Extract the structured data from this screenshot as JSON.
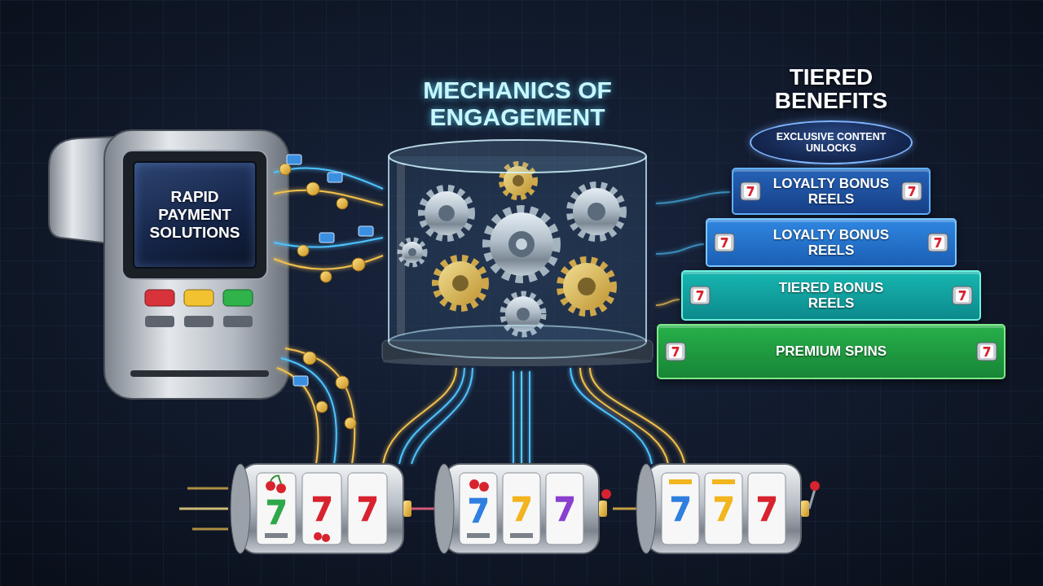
{
  "diagram": {
    "nodes": [
      {
        "text": [
          "RAPID PAYMENT SOLUTIONS"
        ]
      },
      {
        "text": [
          "MECHANICS OF ENGAGEMENT"
        ]
      },
      {
        "text": [
          "EXCLUSIVE CONTENT UNLOCKS"
        ]
      },
      {
        "text": [
          "LOYALTY BONUS REELS"
        ]
      },
      {
        "text": [
          "LOYALTY BONUS REELS"
        ]
      },
      {
        "text": [
          "TIERED BONUS REELS"
        ]
      },
      {
        "text": [
          "PREMIUM SPINS"
        ]
      }
    ],
    "edges": [
      {
        "from": 0,
        "to": 1,
        "arrow": "none"
      },
      {
        "from": 1,
        "to": 3,
        "arrow": "none"
      },
      {
        "from": 1,
        "to": 4,
        "arrow": "none"
      },
      {
        "from": 1,
        "to": 5,
        "arrow": "none"
      }
    ],
    "labels": [
      "TIERED BENEFITS"
    ]
  }
}
